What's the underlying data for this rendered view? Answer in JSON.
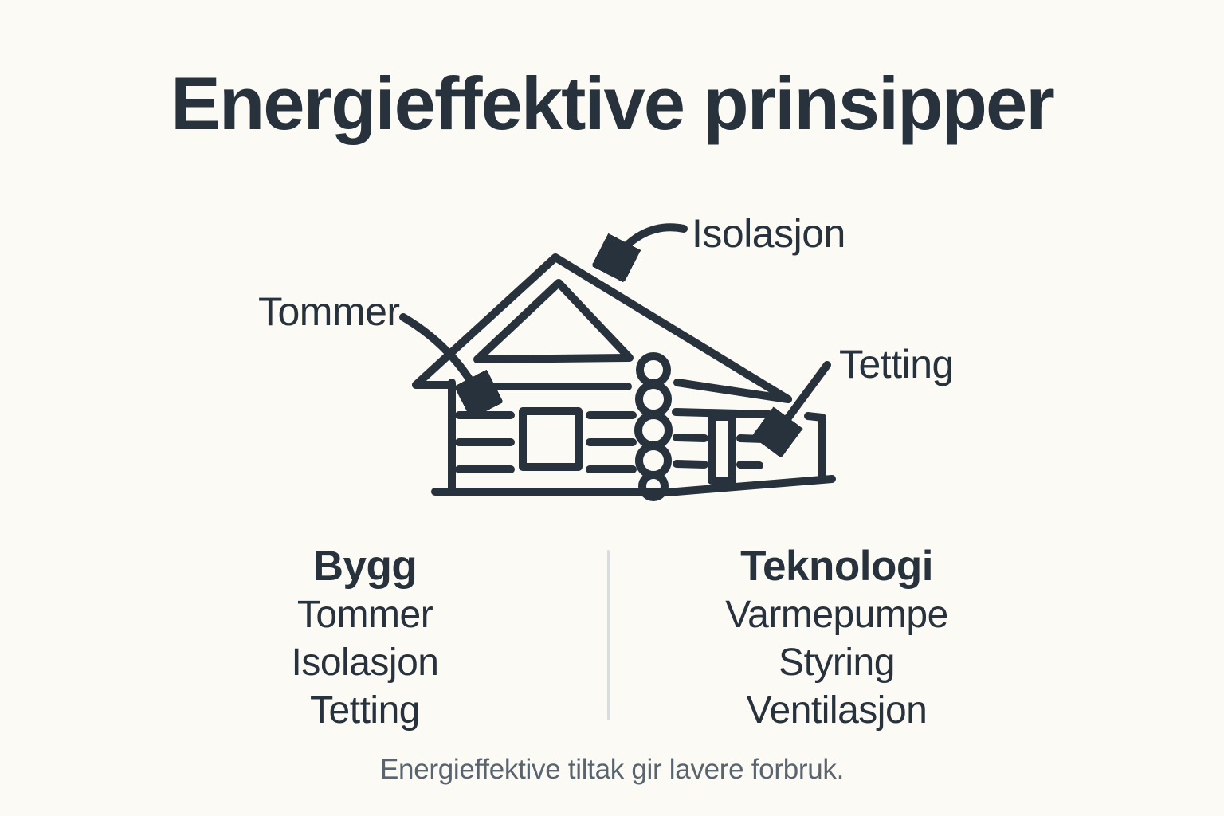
{
  "title": "Energieffektive prinsipper",
  "diagram": {
    "illustration": "log-cabin-line-drawing",
    "labels": {
      "tommer": "Tommer",
      "isolasjon": "Isolasjon",
      "tetting": "Tetting"
    }
  },
  "columns": [
    {
      "header": "Bygg",
      "items": [
        "Tommer",
        "Isolasjon",
        "Tetting"
      ]
    },
    {
      "header": "Teknologi",
      "items": [
        "Varmepumpe",
        "Styring",
        "Ventilasjon"
      ]
    }
  ],
  "caption": "Energieffektive tiltak gir lavere forbruk.",
  "colors": {
    "ink": "#27323C",
    "caption": "#59646E",
    "background": "#FBFAF5",
    "divider": "#D9DCDE"
  }
}
